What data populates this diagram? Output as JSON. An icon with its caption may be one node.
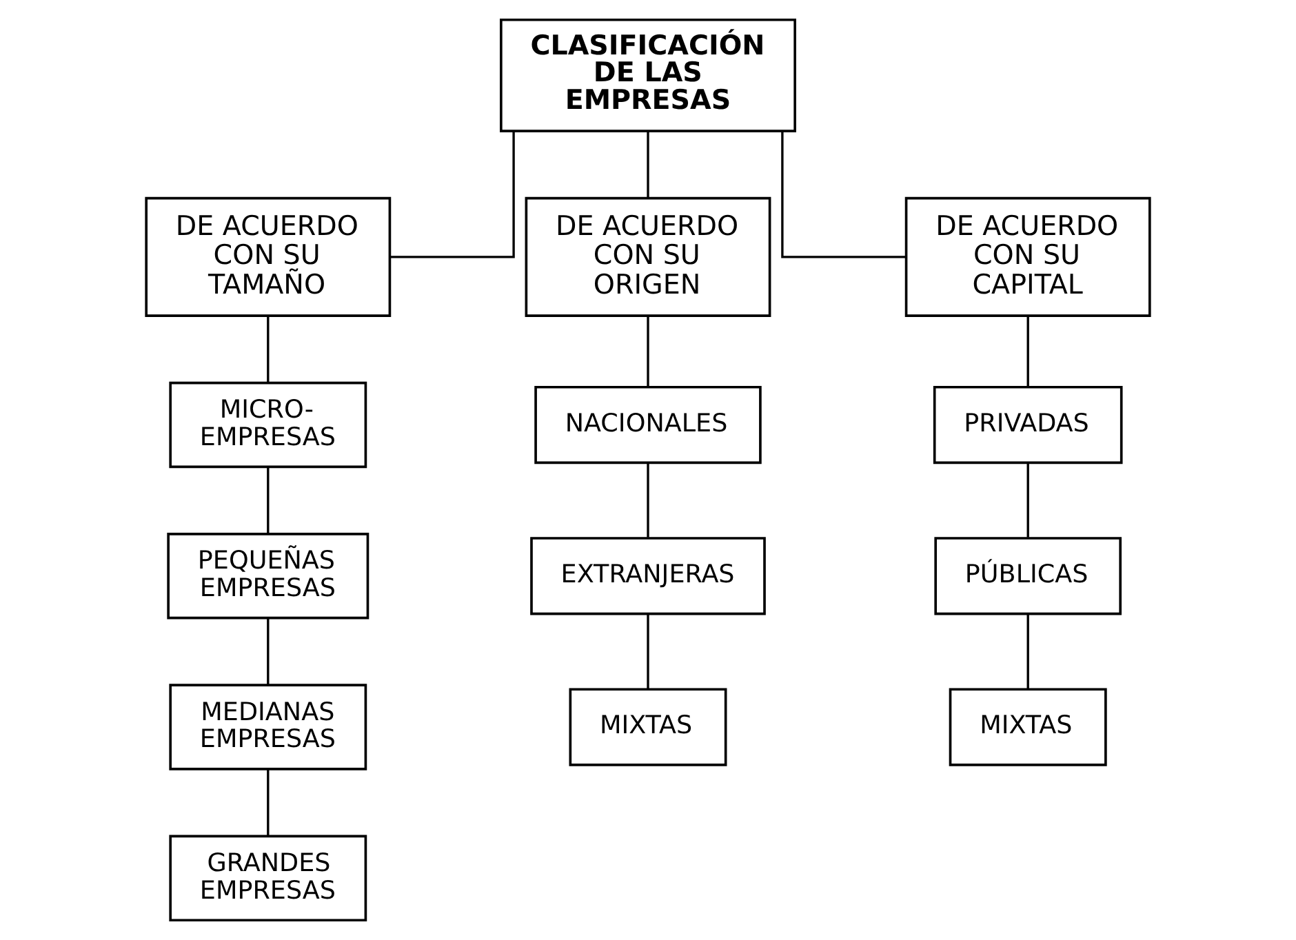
{
  "diagram": {
    "nodes": [
      {
        "text": [
          "CLASIFICACIÓN DE LAS EMPRESAS"
        ]
      },
      {
        "text": [
          "DE ACUERDO CON SU TAMAÑO"
        ]
      },
      {
        "text": [
          "DE ACUERDO CON SU ORIGEN"
        ]
      },
      {
        "text": [
          "DE ACUERDO CON SU CAPITAL"
        ]
      },
      {
        "text": [
          "MICRO- EMPRESAS"
        ]
      },
      {
        "text": [
          "PEQUEÑAS EMPRESAS"
        ]
      },
      {
        "text": [
          "MEDIANAS EMPRESAS"
        ]
      },
      {
        "text": [
          "GRANDES EMPRESAS"
        ]
      },
      {
        "text": [
          "NACIONALES"
        ]
      },
      {
        "text": [
          "EXTRANJERAS"
        ]
      },
      {
        "text": [
          "MIXTAS"
        ]
      },
      {
        "text": [
          "PRIVADAS"
        ]
      },
      {
        "text": [
          "PÚBLICAS"
        ]
      },
      {
        "text": [
          "MIXTAS"
        ]
      }
    ],
    "edges": [
      {
        "from": 0,
        "to": 1,
        "arrow": "none"
      },
      {
        "from": 0,
        "to": 2,
        "arrow": "none"
      },
      {
        "from": 0,
        "to": 3,
        "arrow": "none"
      },
      {
        "from": 1,
        "to": 4,
        "arrow": "none"
      },
      {
        "from": 4,
        "to": 5,
        "arrow": "none"
      },
      {
        "from": 5,
        "to": 6,
        "arrow": "none"
      },
      {
        "from": 6,
        "to": 7,
        "arrow": "none"
      },
      {
        "from": 2,
        "to": 8,
        "arrow": "none"
      },
      {
        "from": 8,
        "to": 9,
        "arrow": "none"
      },
      {
        "from": 9,
        "to": 10,
        "arrow": "none"
      },
      {
        "from": 3,
        "to": 11,
        "arrow": "none"
      },
      {
        "from": 11,
        "to": 12,
        "arrow": "none"
      },
      {
        "from": 12,
        "to": 13,
        "arrow": "none"
      }
    ]
  }
}
